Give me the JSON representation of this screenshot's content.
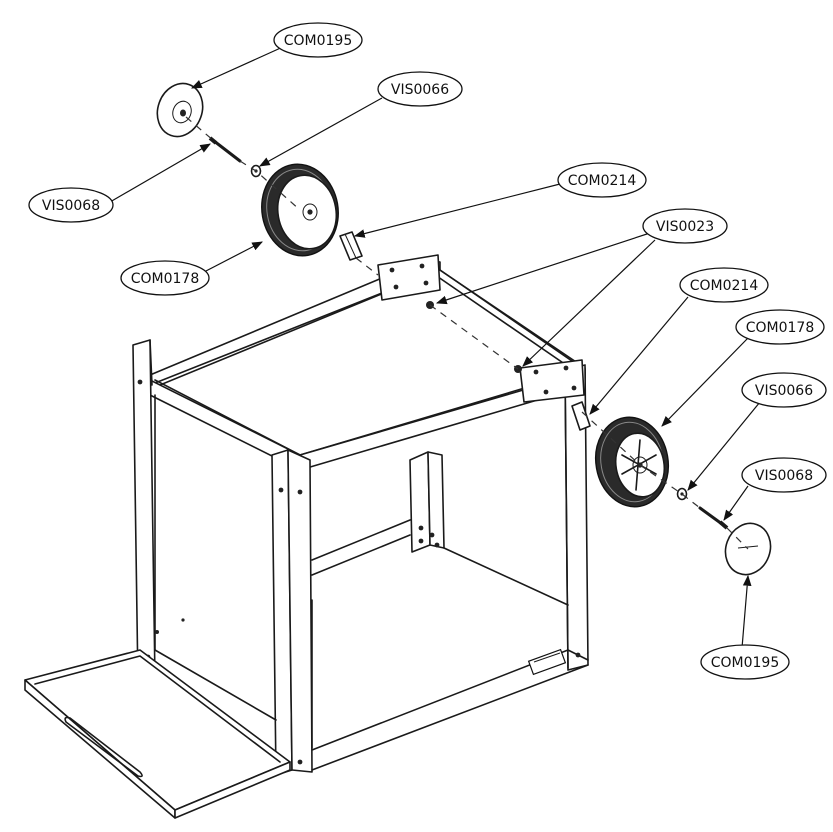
{
  "diagram": {
    "callouts": [
      {
        "id": "c1",
        "label": "COM0195"
      },
      {
        "id": "c2",
        "label": "VIS0066"
      },
      {
        "id": "c3",
        "label": "VIS0068"
      },
      {
        "id": "c4",
        "label": "COM0214"
      },
      {
        "id": "c5",
        "label": "COM0178"
      },
      {
        "id": "c6",
        "label": "VIS0023"
      },
      {
        "id": "c7",
        "label": "COM0214"
      },
      {
        "id": "c8",
        "label": "COM0178"
      },
      {
        "id": "c9",
        "label": "VIS0066"
      },
      {
        "id": "c10",
        "label": "VIS0068"
      },
      {
        "id": "c11",
        "label": "COM0195"
      }
    ]
  },
  "colors": {
    "line": "#1a1a1a",
    "tire": "#2a2a2a",
    "background": "#ffffff"
  }
}
